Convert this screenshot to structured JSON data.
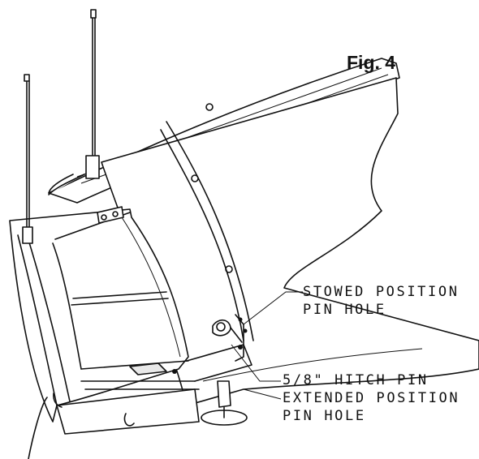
{
  "figure": {
    "label": "Fig. 4"
  },
  "callouts": {
    "stowed_position_line1": "STOWED POSITION",
    "stowed_position_line2": "PIN HOLE",
    "hitch_pin": "5/8\" HITCH PIN",
    "extended_position_line1": "EXTENDED POSITION",
    "extended_position_line2": "PIN HOLE"
  }
}
